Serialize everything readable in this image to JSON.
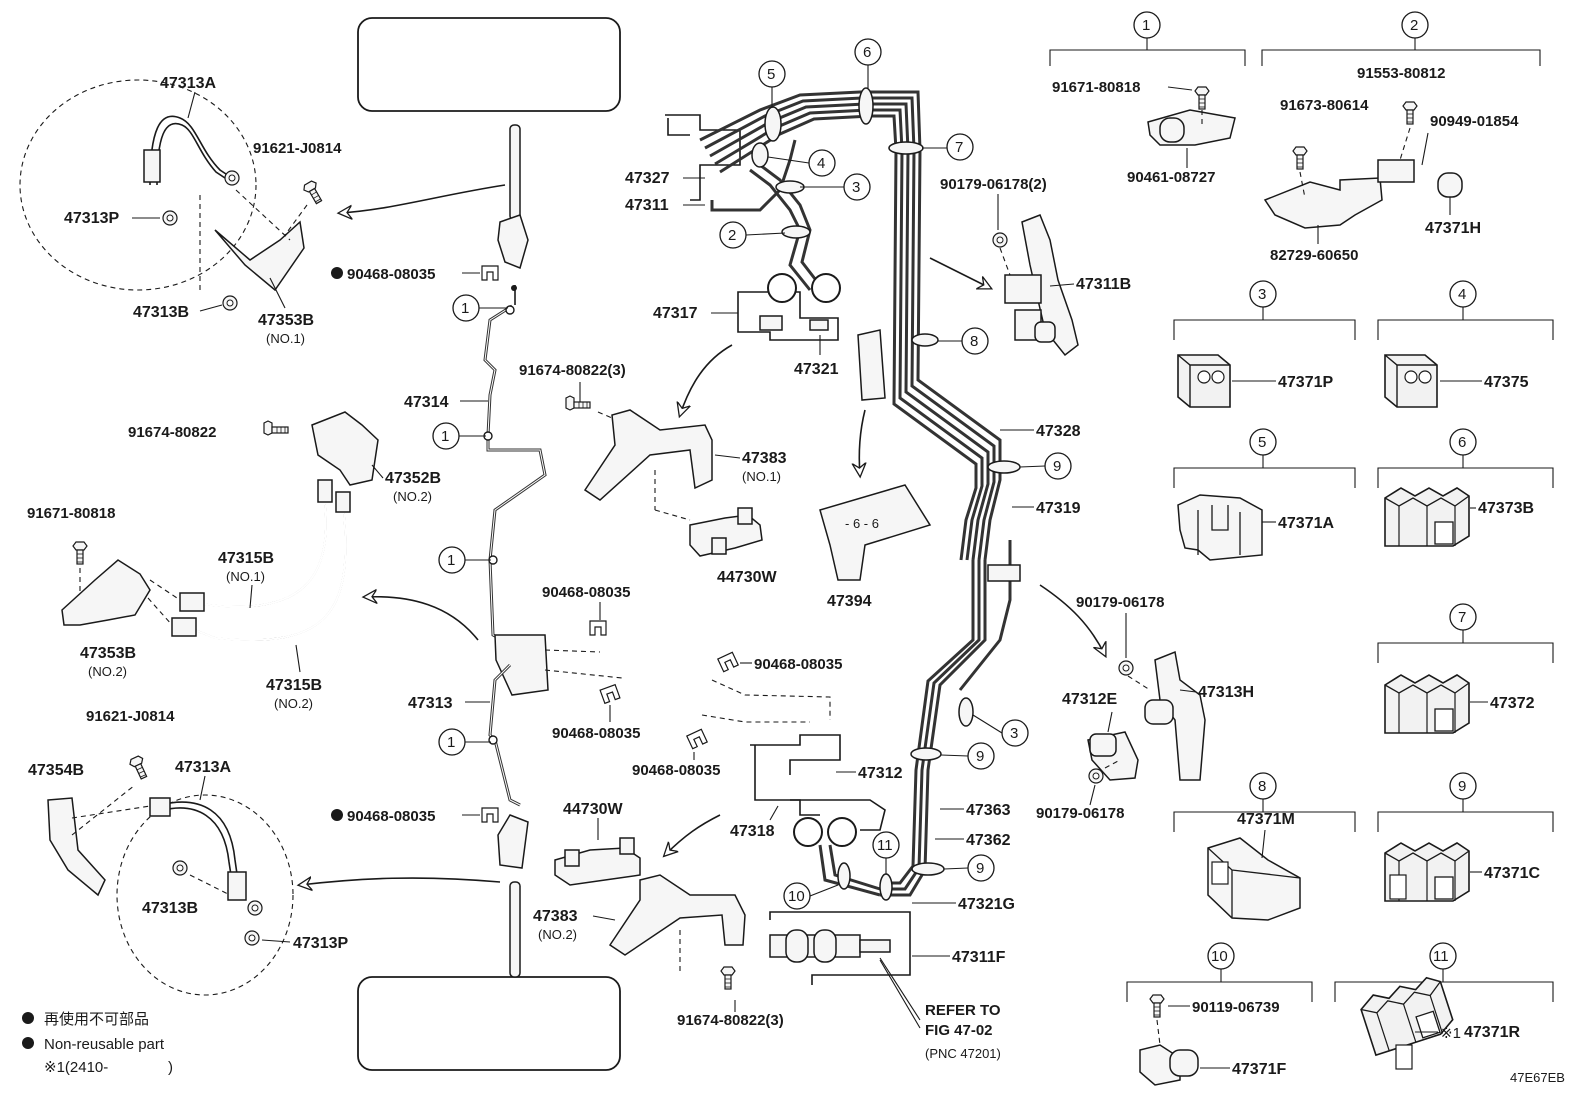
{
  "diagram_id": "47E67EB",
  "legend": {
    "jp_label": "再使用不可部品",
    "en_label": "Non-reusable part",
    "note_prefix": "※1(2410-",
    "note_suffix": ")"
  },
  "refer": {
    "line1": "REFER TO",
    "line2": "FIG 47-02",
    "line3": "(PNC 47201)"
  },
  "callouts": {
    "c1": "1",
    "c2": "2",
    "c3": "3",
    "c4": "4",
    "c5": "5",
    "c6": "6",
    "c7": "7",
    "c8": "8",
    "c9": "9",
    "c10": "10",
    "c11": "11"
  },
  "parts": {
    "p47313A_top": "47313A",
    "p91621_top": "91621-J0814",
    "p47313P_top": "47313P",
    "p47313B_top": "47313B",
    "p47353B_1": "47353B",
    "p47353B_1_sub": "(NO.1)",
    "p90468_a": "90468-08035",
    "p47314": "47314",
    "p91674_a": "91674-80822",
    "p47352B": "47352B",
    "p47352B_sub": "(NO.2)",
    "p91671_left": "91671-80818",
    "p47315B_1": "47315B",
    "p47315B_1_sub": "(NO.1)",
    "p47353B_2": "47353B",
    "p47353B_2_sub": "(NO.2)",
    "p47315B_2": "47315B",
    "p47315B_2_sub": "(NO.2)",
    "p47313": "47313",
    "p91621_bot": "91621-J0814",
    "p47354B": "47354B",
    "p47313A_bot": "47313A",
    "p90468_b": "90468-08035",
    "p47313B_bot": "47313B",
    "p47313P_bot": "47313P",
    "p47327": "47327",
    "p47311": "47311",
    "p47317": "47317",
    "p47321": "47321",
    "p91674_b": "91674-80822(3)",
    "p47383_1": "47383",
    "p47383_1_sub": "(NO.1)",
    "p44730W_top": "44730W",
    "p47394": "47394",
    "p90468_c": "90468-08035",
    "p90468_d": "90468-08035",
    "p90468_e": "90468-08035",
    "p90468_f": "90468-08035",
    "p47312": "47312",
    "p47318": "47318",
    "p44730W_bot": "44730W",
    "p47383_2": "47383",
    "p47383_2_sub": "(NO.2)",
    "p91674_c": "91674-80822(3)",
    "p90179_a": "90179-06178(2)",
    "p47311B": "47311B",
    "p47328": "47328",
    "p47319": "47319",
    "p90179_b": "90179-06178",
    "p47312E": "47312E",
    "p47313H": "47313H",
    "p90179_c": "90179-06178",
    "p47363": "47363",
    "p47362": "47362",
    "p47321G": "47321G",
    "p47311F": "47311F",
    "k1_a": "91671-80818",
    "k1_b": "90461-08727",
    "k2_a": "91553-80812",
    "k2_b": "91673-80614",
    "k2_c": "90949-01854",
    "k2_d": "47371H",
    "k2_e": "82729-60650",
    "k3": "47371P",
    "k4": "47375",
    "k5": "47371A",
    "k6": "47373B",
    "k7": "47372",
    "k8": "47371M",
    "k9": "47371C",
    "k10_a": "90119-06739",
    "k10_b": "47371F",
    "k11_prefix": "※1",
    "k11": "47371R"
  },
  "icons": [
    "bolt-icon",
    "clip-icon",
    "clamp-icon",
    "bracket-icon",
    "arrow-icon",
    "non-reusable-dot-icon"
  ]
}
